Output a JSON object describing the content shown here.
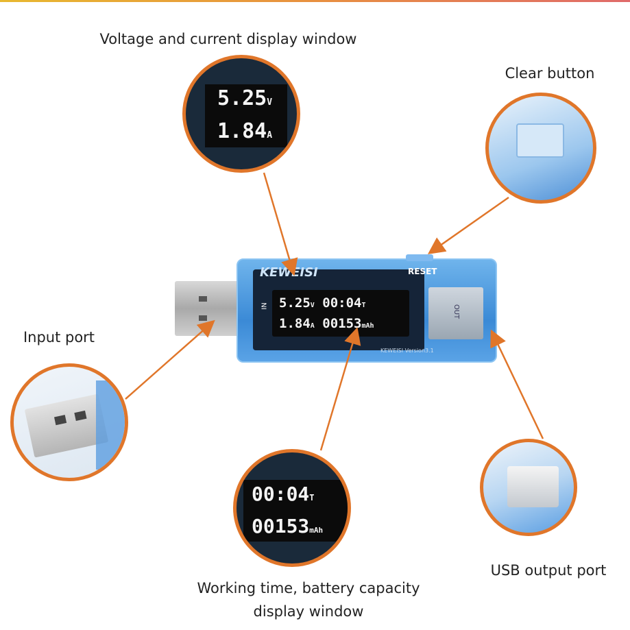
{
  "labels": {
    "voltage_current": "Voltage and current display window",
    "clear_button": "Clear button",
    "input_port": "Input port",
    "usb_output_port": "USB output port",
    "working_time_line1": "Working time, battery capacity",
    "working_time_line2": "display window"
  },
  "device": {
    "brand": "KEWEISI",
    "reset_label": "RESET",
    "version": "KEWEISI Version3.1",
    "in_label": "IN",
    "out_label": "OUT",
    "voltage": "5.25",
    "voltage_unit": "V",
    "current": "1.84",
    "current_unit": "A",
    "time": "00:04",
    "time_unit": "T",
    "capacity": "00153",
    "capacity_unit": "mAh"
  },
  "colors": {
    "accent": "#e0762a",
    "device_body": "#3b8ad6"
  }
}
